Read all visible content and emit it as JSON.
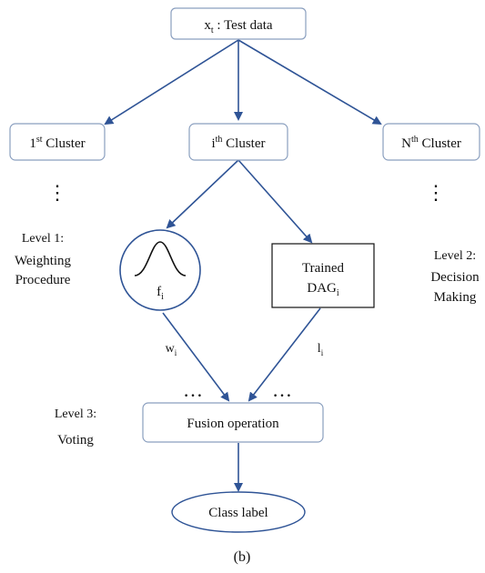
{
  "diagram": {
    "colors": {
      "box_stroke": "#8a9fbf",
      "arrow": "#2f5496",
      "text": "#111111",
      "dots": "#2f5496"
    },
    "top_node": {
      "main": "x",
      "sub": "t",
      "suffix": " : Test data"
    },
    "clusters": [
      {
        "pre": "1",
        "sup": "st",
        "post": " Cluster"
      },
      {
        "pre": "i",
        "sup": "th",
        "post": " Cluster"
      },
      {
        "pre": "N",
        "sup": "th",
        "post": " Cluster"
      }
    ],
    "ellipsis_vertical": "⋮",
    "ellipsis_horizontal": "…",
    "level1": {
      "line1": "Level 1:",
      "line2": "Weighting",
      "line3": "Procedure"
    },
    "level2": {
      "line1": "Level 2:",
      "line2": "Decision",
      "line3": "Making"
    },
    "level3": {
      "line1": "Level 3:",
      "line2": "Voting"
    },
    "weight_node": {
      "main": "f",
      "sub": "i",
      "icon": "gaussian-curve-icon"
    },
    "dag_node": {
      "line1": "Trained",
      "main": "DAG",
      "sub": "i"
    },
    "edge_left": {
      "main": "w",
      "sub": "i"
    },
    "edge_right": {
      "main": "l",
      "sub": "i"
    },
    "fusion": "Fusion operation",
    "output": "Class label",
    "caption": "(b)"
  }
}
